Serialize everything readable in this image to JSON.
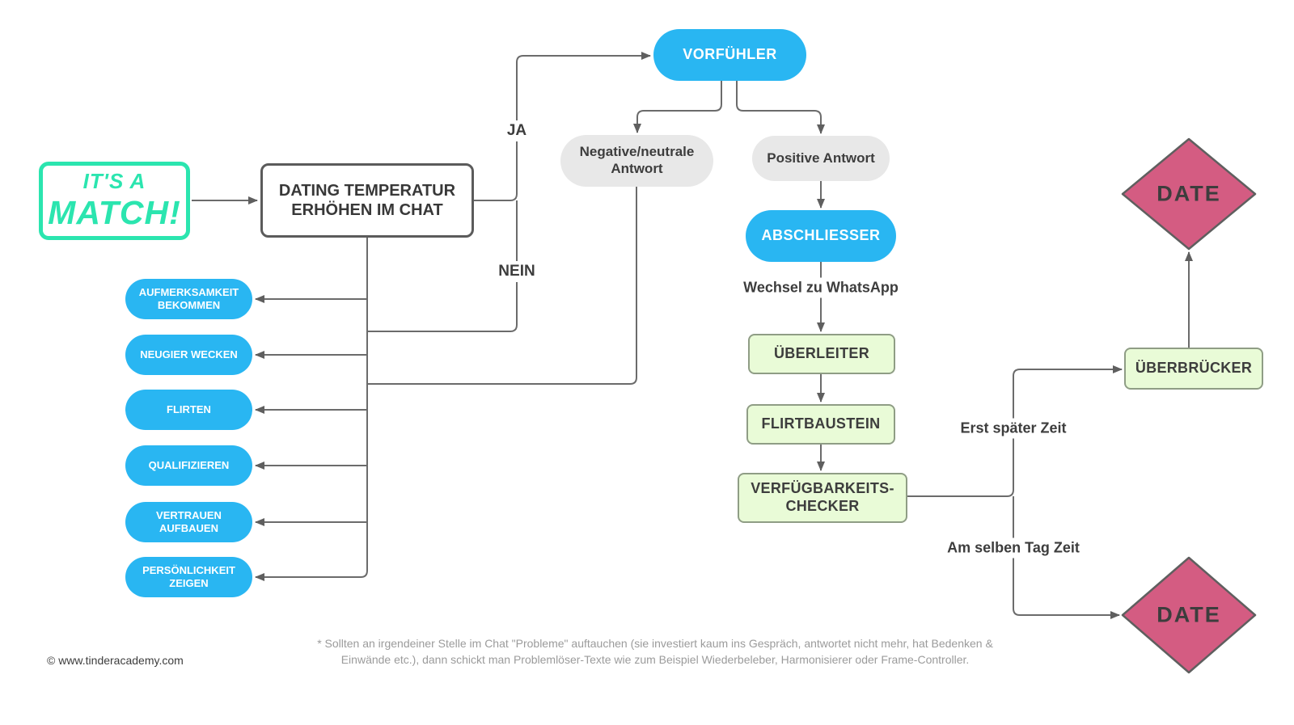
{
  "palette": {
    "blue": "#29b6f2",
    "teal": "#2be5af",
    "gray_pill": "#e8e8e8",
    "green_fill": "#e9fbd7",
    "green_border": "#8f9d85",
    "pink": "#d45c82",
    "line": "#6b6b6b",
    "text_dark": "#3d3d3d"
  },
  "match": {
    "line1": "IT'S A",
    "line2": "MATCH!"
  },
  "nodes": {
    "dating": "DATING TEMPERATUR ERHÖHEN IM CHAT",
    "vorfuehler": "VORFÜHLER",
    "negative_antwort": "Negative/neutrale Antwort",
    "positive_antwort": "Positive Antwort",
    "abschliesser": "ABSCHLIESSER",
    "ueberleiter": "ÜBERLEITER",
    "flirtbaustein": "FLIRTBAUSTEIN",
    "verfuegbarkeits_checker": "VERFÜGBARKEITS-CHECKER",
    "ueberbruecker": "ÜBERBRÜCKER",
    "date_top": "DATE",
    "date_bottom": "DATE"
  },
  "ziele_pills": [
    "AUFMERKSAMKEIT BEKOMMEN",
    "NEUGIER WECKEN",
    "FLIRTEN",
    "QUALIFIZIEREN",
    "VERTRAUEN AUFBAUEN",
    "PERSÖNLICHKEIT ZEIGEN"
  ],
  "edge_labels": {
    "ja": "JA",
    "nein": "NEIN",
    "wechsel": "Wechsel zu WhatsApp",
    "erst_spaeter": "Erst später Zeit",
    "am_selben_tag": "Am selben Tag Zeit"
  },
  "footer": {
    "copyright": "© www.tinderacademy.com",
    "footnote_line1": "* Sollten an irgendeiner Stelle im Chat \"Probleme\" auftauchen (sie investiert kaum ins Gespräch, antwortet nicht mehr, hat Bedenken &",
    "footnote_line2": "Einwände etc.), dann schickt man Problemlöser-Texte wie zum Beispiel Wiederbeleber, Harmonisierer oder Frame-Controller."
  }
}
